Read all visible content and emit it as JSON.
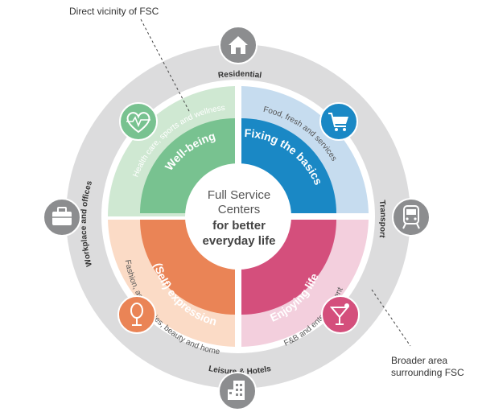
{
  "callouts": {
    "direct": "Direct vicinity of FSC",
    "broader_line1": "Broader area",
    "broader_line2": "surrounding FSC"
  },
  "center": {
    "line1": "Full Service",
    "line2": "Centers",
    "line3": "for better",
    "line4": "everyday life"
  },
  "quadrants": {
    "wellbeing": {
      "title": "Well-being",
      "subtitle": "Health care, sports and wellness",
      "icon": "heart-monitor-icon"
    },
    "basics": {
      "title": "Fixing the basics",
      "subtitle": "Food, fresh and services",
      "icon": "shopping-cart-icon"
    },
    "expression": {
      "title": "(Self) expression",
      "subtitle": "Fashion, accessories, beauty and home",
      "icon": "mirror-icon"
    },
    "enjoying": {
      "title": "Enjoying life",
      "subtitle": "F&B and entertainment",
      "icon": "cocktail-icon"
    }
  },
  "outer": {
    "residential": {
      "label": "Residential",
      "icon": "house-icon"
    },
    "transport": {
      "label": "Transport",
      "icon": "train-icon"
    },
    "leisure": {
      "label": "Leisure & Hotels",
      "icon": "hotel-icon"
    },
    "workplace": {
      "label": "Workplace and offices",
      "icon": "briefcase-icon"
    }
  },
  "colors": {
    "outer_ring": "#dcdcdd",
    "green_dark": "#78c290",
    "green_light": "#cfe8d2",
    "blue_dark": "#1a88c5",
    "blue_light": "#c6dcef",
    "orange_dark": "#ea8456",
    "orange_light": "#fbdbc6",
    "pink_dark": "#d44f7c",
    "pink_light": "#f3cfdd",
    "icon_grey": "#8c8d8f"
  }
}
